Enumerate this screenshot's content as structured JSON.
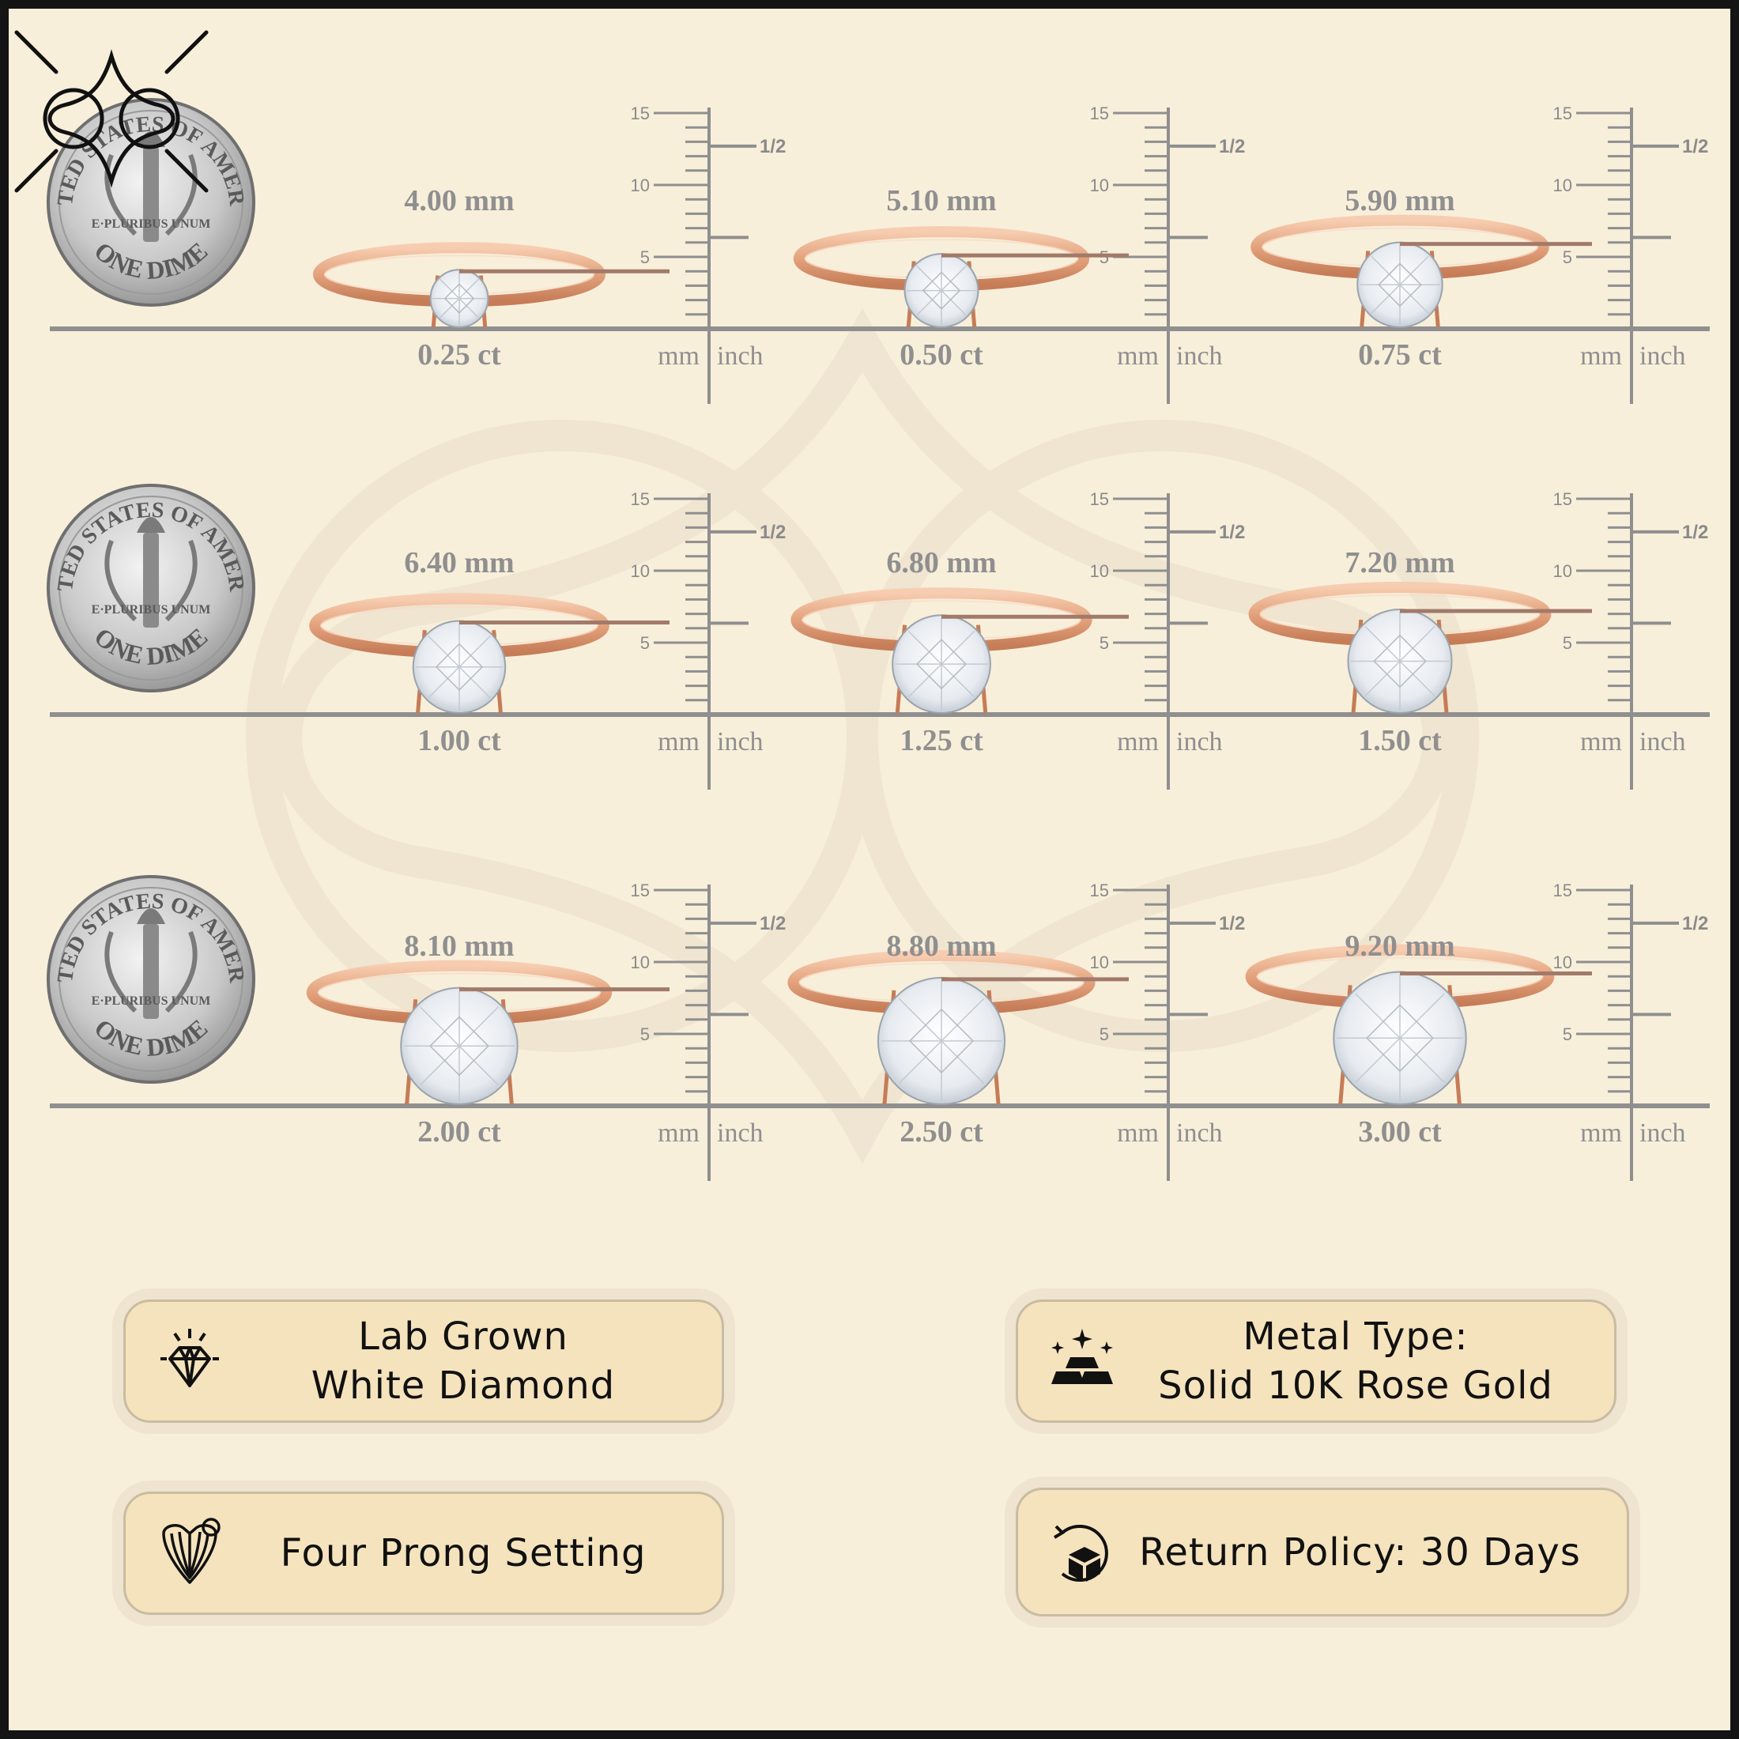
{
  "colors": {
    "background": "#f8efdb",
    "rose_gold": "#e3a27c",
    "ruler": "#8f8f8f",
    "diamond": "#eef1f4",
    "card_fill": "#f4e3bd"
  },
  "dime": {
    "top_text": "UNITED STATES OF AMERICA",
    "bottom_text": "ONE DIME",
    "motto": "E·PLURIBUS UNUM"
  },
  "scale": {
    "tick_15": "15",
    "tick_10": "10",
    "tick_5": "5",
    "half_inch": "1/2",
    "unit_mm": "mm",
    "unit_inch": "inch"
  },
  "rows": [
    {
      "items": [
        {
          "size": "4.00 mm",
          "carat": "0.25 ct"
        },
        {
          "size": "5.10 mm",
          "carat": "0.50 ct"
        },
        {
          "size": "5.90 mm",
          "carat": "0.75 ct"
        }
      ]
    },
    {
      "items": [
        {
          "size": "6.40 mm",
          "carat": "1.00 ct"
        },
        {
          "size": "6.80 mm",
          "carat": "1.25 ct"
        },
        {
          "size": "7.20 mm",
          "carat": "1.50 ct"
        }
      ]
    },
    {
      "items": [
        {
          "size": "8.10 mm",
          "carat": "2.00 ct"
        },
        {
          "size": "8.80 mm",
          "carat": "2.50 ct"
        },
        {
          "size": "9.20 mm",
          "carat": "3.00 ct"
        }
      ]
    }
  ],
  "features": {
    "stone": {
      "line1": "Lab Grown",
      "line2": "White Diamond",
      "icon": "diamond-icon"
    },
    "setting": {
      "line1": "Four Prong Setting",
      "icon": "prong-setting-icon"
    },
    "metal": {
      "line1": "Metal Type:",
      "line2": "Solid 10K Rose Gold",
      "icon": "gold-bars-icon"
    },
    "returns": {
      "line1": "Return Policy: 30 Days",
      "icon": "return-box-icon"
    }
  }
}
